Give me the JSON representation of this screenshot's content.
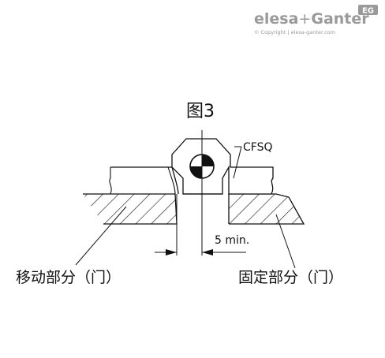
{
  "brand": {
    "name_part1": "elesa",
    "name_plus": "+",
    "name_part2": "Ganter",
    "badge": "EG",
    "copyright": "© Copyright | elesa-ganter.com"
  },
  "figure": {
    "title": "图3",
    "part_label": "CFSQ",
    "dimension_label": "5 min.",
    "moving_part_label": "移动部分（门）",
    "fixed_part_label": "固定部分（门）"
  },
  "colors": {
    "line": "#111111",
    "logo_gray": "#9a9a9a",
    "background": "#ffffff"
  }
}
